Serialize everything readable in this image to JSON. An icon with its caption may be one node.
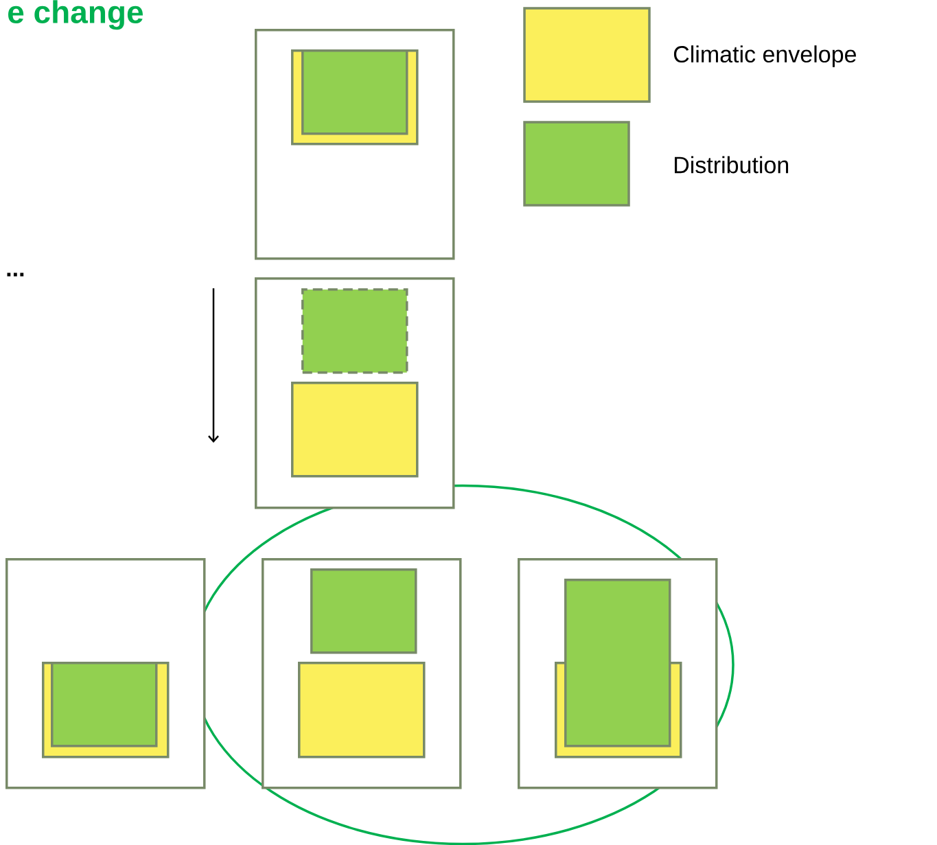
{
  "diagram": {
    "title": "e change",
    "nodes": [
      {
        "text": [],
        "shape": "box"
      },
      {
        "text": [],
        "shape": "box",
        "in": 0
      },
      {
        "text": [],
        "shape": "box",
        "in": 1
      },
      {
        "text": [],
        "shape": "box"
      },
      {
        "text": [],
        "shape": "box",
        "in": 3
      },
      {
        "text": [],
        "shape": "box",
        "in": 3
      },
      {
        "text": [],
        "shape": "box"
      },
      {
        "text": [],
        "shape": "box",
        "in": 6
      },
      {
        "text": [],
        "shape": "box",
        "in": 7
      },
      {
        "text": [],
        "shape": "box"
      },
      {
        "text": [],
        "shape": "box",
        "in": 9
      },
      {
        "text": [],
        "shape": "box",
        "in": 9
      },
      {
        "text": [],
        "shape": "box"
      },
      {
        "text": [],
        "shape": "box",
        "in": 12
      },
      {
        "text": [],
        "shape": "box",
        "in": 12
      }
    ],
    "edges": [],
    "labels": [
      "..."
    ],
    "legend": [
      {
        "text": "Climatic envelope",
        "color": "#fbef5b"
      },
      {
        "text": "Distribution",
        "color": "#92d050"
      }
    ]
  }
}
